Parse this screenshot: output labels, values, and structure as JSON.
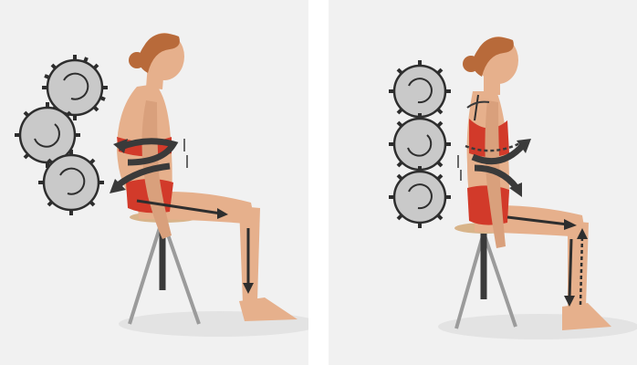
{
  "colors": {
    "background": "#f1f1f1",
    "floor_shadow": "#dcdcdc",
    "skin": "#e6b08c",
    "skin_shade": "#c98a66",
    "hair": "#b86a3a",
    "swimsuit": "#d23a2a",
    "arrow": "#3a3a3a",
    "gear_fill": "#c9c9c9",
    "gear_stroke": "#2e2e2e",
    "stool_leg": "#9b9b9b",
    "stool_seat": "#d8b48a"
  },
  "panels": [
    {
      "name": "left-panel",
      "posture": "slumped-sitting"
    },
    {
      "name": "right-panel",
      "posture": "upright-sitting"
    }
  ],
  "icons": [
    "gear-icon",
    "rotation-arrow-icon",
    "straight-arrow-icon"
  ]
}
